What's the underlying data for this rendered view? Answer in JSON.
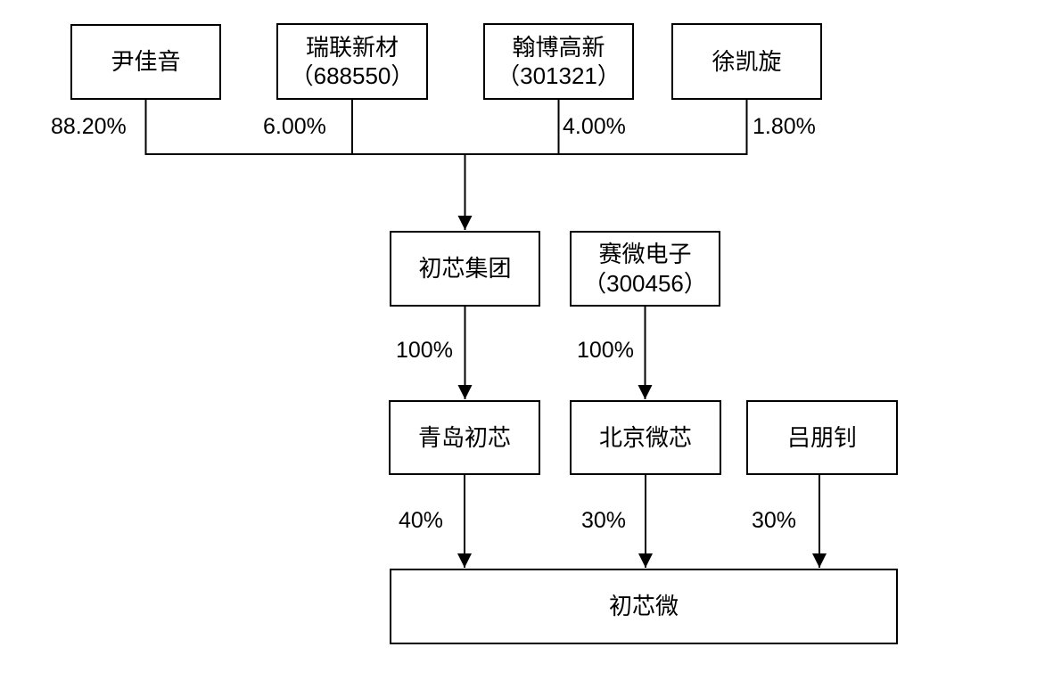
{
  "diagram": {
    "type": "ownership-structure",
    "colors": {
      "line": "#000000",
      "box_border": "#000000",
      "box_background": "#ffffff",
      "text": "#000000",
      "page_background": "#ffffff"
    },
    "nodes": {
      "yin_jiayin": {
        "label": "尹佳音"
      },
      "ruilian_xincai": {
        "label": "瑞联新材",
        "code": "（688550）"
      },
      "hanbo_gaoxin": {
        "label": "翰博高新",
        "code": "（301321）"
      },
      "xu_kaixuan": {
        "label": "徐凯旋"
      },
      "chuxin_jituan": {
        "label": "初芯集团"
      },
      "saiwei_dianzi": {
        "label": "赛微电子",
        "code": "（300456）"
      },
      "qingdao_chuxin": {
        "label": "青岛初芯"
      },
      "beijing_weixin": {
        "label": "北京微芯"
      },
      "lv_pengzhao": {
        "label": "吕朋钊"
      },
      "chuxinwei": {
        "label": "初芯微"
      }
    },
    "edges": [
      {
        "from": "尹佳音",
        "to": "初芯集团",
        "label": "88.20%"
      },
      {
        "from": "瑞联新材（688550）",
        "to": "初芯集团",
        "label": "6.00%"
      },
      {
        "from": "翰博高新（301321）",
        "to": "初芯集团",
        "label": "4.00%"
      },
      {
        "from": "徐凯旋",
        "to": "初芯集团",
        "label": "1.80%"
      },
      {
        "from": "初芯集团",
        "to": "青岛初芯",
        "label": "100%"
      },
      {
        "from": "赛微电子（300456）",
        "to": "北京微芯",
        "label": "100%"
      },
      {
        "from": "青岛初芯",
        "to": "初芯微",
        "label": "40%"
      },
      {
        "from": "北京微芯",
        "to": "初芯微",
        "label": "30%"
      },
      {
        "from": "吕朋钊",
        "to": "初芯微",
        "label": "30%"
      }
    ]
  }
}
